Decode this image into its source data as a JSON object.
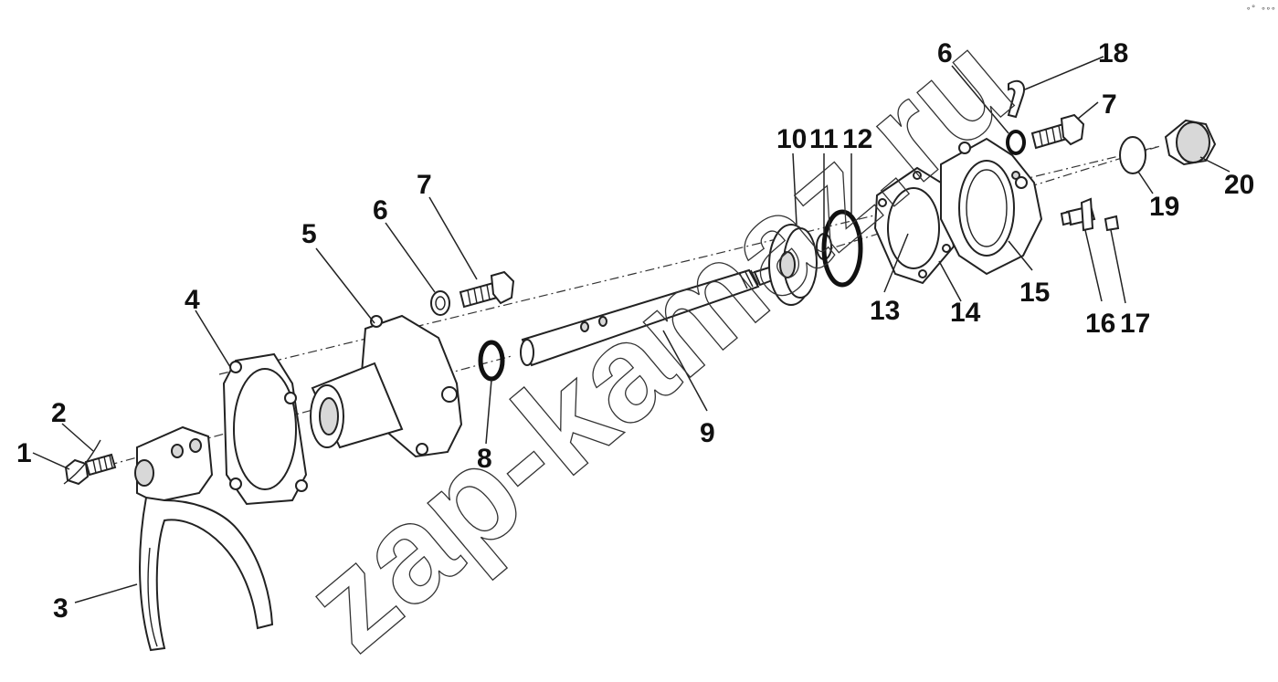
{
  "watermark": "zap-kamaz.ru",
  "corner_mark": "∘° ∘∘∘",
  "callouts": {
    "c1": "1",
    "c2": "2",
    "c3": "3",
    "c4": "4",
    "c5": "5",
    "c6a": "6",
    "c7a": "7",
    "c8": "8",
    "c9": "9",
    "c10": "10",
    "c11": "11",
    "c12": "12",
    "c13": "13",
    "c14": "14",
    "c15": "15",
    "c16": "16",
    "c17": "17",
    "c6b": "6",
    "c7b": "7",
    "c18": "18",
    "c19": "19",
    "c20": "20"
  }
}
